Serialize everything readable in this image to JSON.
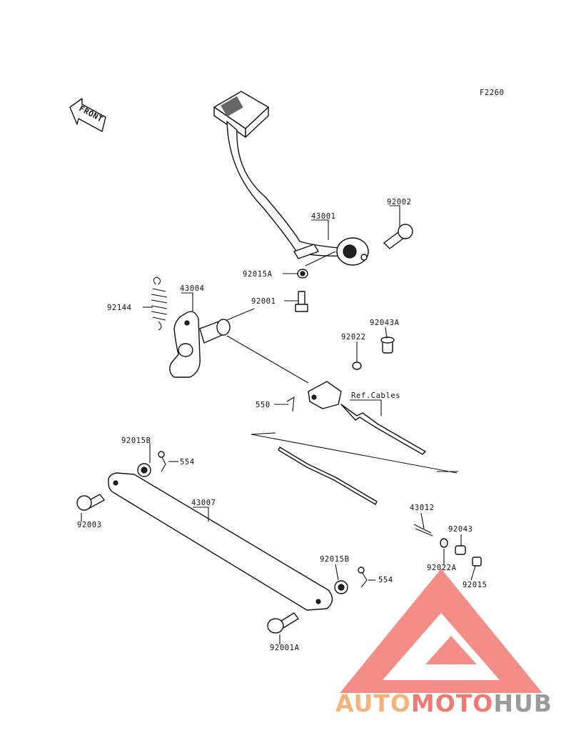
{
  "diagram": {
    "code": "F2260",
    "front_label": "FRONT",
    "ref_label": "Ref.Cables",
    "parts": {
      "p43001": "43001",
      "p92002": "92002",
      "p92015A": "92015A",
      "p92001": "92001",
      "p43004": "43004",
      "p92144": "92144",
      "p92043A": "92043A",
      "p92022": "92022",
      "p550": "550",
      "p92015B_top": "92015B",
      "p554_top": "554",
      "p92003": "92003",
      "p43007": "43007",
      "p43012": "43012",
      "p92043": "92043",
      "p92022A": "92022A",
      "p92015": "92015",
      "p92015B_bottom": "92015B",
      "p554_bottom": "554",
      "p92001A": "92001A"
    }
  },
  "watermark": {
    "part1": "AUTO",
    "part2": "MOTO",
    "part3": "HUB",
    "color_light": "#f5b27a",
    "color_red": "#f07a72",
    "color_grey": "#9a9a9a"
  }
}
